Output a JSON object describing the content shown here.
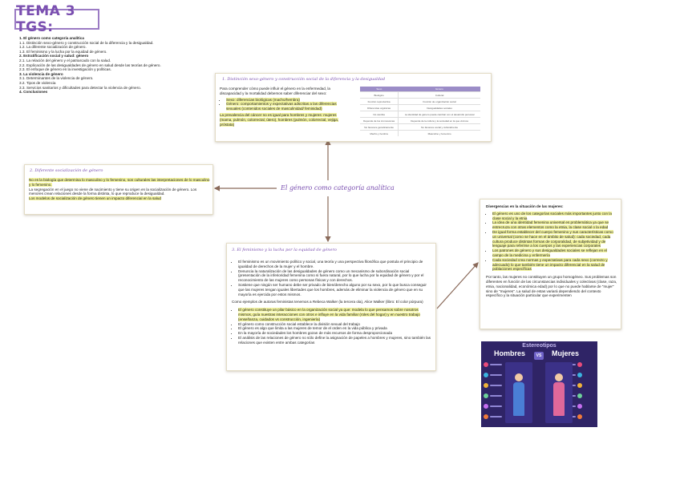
{
  "title": "TEMA 3 TGS:",
  "index": [
    {
      "text": "1. El género como categoría analítica",
      "bold": true
    },
    {
      "text": "1.1. Distinción sexo-género y construcción social de la diferencia y la desigualdad.",
      "bold": false
    },
    {
      "text": "1.2. La diferente socialización de género.",
      "bold": false
    },
    {
      "text": "1.3. El feminismo y la lucha por la equidad de género.",
      "bold": false
    },
    {
      "text": "2. Estratificación social y salud: género",
      "bold": true
    },
    {
      "text": "2.1. La relación del género y el patriarcado con la salud.",
      "bold": false
    },
    {
      "text": "2.2. Explicación de las desigualdades de género en salud desde las teorías de género.",
      "bold": false
    },
    {
      "text": "2.3. El enfoque de género en la investigación y políticas.",
      "bold": false
    },
    {
      "text": "3. La violencia de género",
      "bold": true
    },
    {
      "text": "3.1. Determinantes de la violencia de género.",
      "bold": false
    },
    {
      "text": "3.2. Tipos de violencia",
      "bold": false
    },
    {
      "text": "3.3. Servicios sanitarios y dificultades para detectar la violencia de género.",
      "bold": false
    },
    {
      "text": "4. Conclusiones",
      "bold": true
    }
  ],
  "center_label": "El género como categoría analítica",
  "box1": {
    "heading": "1.   Distinción sexo-género y construcción social de la diferencia y la desigualdad",
    "intro": "Para comprender cómo puede influir el género en la enfermedad, la discapacidad y la mortalidad debemos saber diferenciar del sexo:",
    "bullets": [
      "Sexo: diferencias biológicas (macho/hembra)",
      "Género: comportamientos y expectativas adscritas a las diferencias sexuales (contenidos sociales de masculinidad/ feminidad)"
    ],
    "closing": "La prevalencia del cáncer no es igual para hombres y mujeres: mujeres (mama, pulmón, colorrectal, útero), hombres (pulmón, colorrectal, vejiga, próstata)",
    "table_headers": [
      "Sexo",
      "Género"
    ],
    "table_rows": [
      [
        "Biológico",
        "Cultural"
      ],
      [
        "Función reproductiva",
        "Función de organización social"
      ],
      [
        "Diferencias orgánicas",
        "Desigualdades sociales"
      ],
      [
        "No cambia",
        "La identidad de género puede cambiar con el desarrollo personal"
      ],
      [
        "Depende de los cromosomas",
        "Depende de la cultura y la sociedad en la que vivimos"
      ],
      [
        "No favorece genéticamente",
        "No favorece social y culturalmente"
      ],
      [
        "Macho y hembra",
        "Masculino y femenino"
      ]
    ]
  },
  "box2": {
    "heading": "2. Diferente socialización de género",
    "lines": [
      "No es la biología que determina lo masculino y lo femenino, son culturales las interpretaciones de lo masculino y lo femenino.",
      "La segregación en el juego no viene de nacimiento y tiene su origen en la socialización de género. Los menores crean relaciones desde la forma distinta, lo que reproduce la desigualdad.",
      "Los modelos de socialización de género tienen un impacto diferencial en la salud"
    ]
  },
  "box3": {
    "heading": "3. El feminismo y la lucha por la equidad de género",
    "bullets": [
      "El feminismo es un movimiento político y social, una teoría y una perspectiva filosófica que postula el principio de igualdad de derechos de la mujer y el hombre.",
      "Denuncia la naturalización de las desigualdades de género como un mecanismo de subordinación social (presentación de la inferioridad femenina como si fuera natural, por lo que lucha por la equidad de género y por el reconocimiento de las mujeres como personas físicas y con derechos.",
      "Sostiene que ningún ser humano debe ser privado de bien/derecho alguno por su sexo, por lo que busca conseguir que las mujeres tengan iguales libertades que los hombres, además de eliminar la violencia de género que en su mayoría es ejercida por estos mismos."
    ],
    "authors_line": "Como ejemplos de autoras feministas tenemos a Rebeca Walker (la tercera ola), Alice Walker (libro: El color púrpura)",
    "bullets2": [
      "El género constituye un pilar básico en la organización social ya que: modela lo que pensamos sobre nosotros mismos, guía nuestras interacciones con otros e influye en la vida familiar (roles del hogar) y en nuestro trabajo (enseñanza, cuidados vs construcción, ingeniería)",
      "El género como construcción social establece la división sexual del trabajo",
      "El género es algo que limita a las mujeres de temor de el orden en la vida pública y privada",
      "En la mayoría de sociedades los hombres gozan de más recursos de forma desproporcionada",
      "El análisis de las relaciones de género no sólo define la asignación de papeles a hombres y mujeres, sino también las relaciones que existen entre ambas categorías"
    ]
  },
  "box4": {
    "heading": "Divergencias en la situación de las mujeres:",
    "bullets": [
      "El género es uno de los categorías sociales más importantes junto con la clase social y la etnia",
      "La idea de una identidad femenina universal es problemática ya que se entrecruza con otras elementos como la etnia, la clase social o la edad",
      "De igual forma establecer del cuerpo femenino y sus características como un universal (como se hace en el ámbito de salud): cada sociedad, cada cultura produce distintas formas de corporalidad, de subjetividad y de lenguaje para referirse a los cuerpos y las experiencias corporales",
      "Los patrones de género y sus desigualdades sociales se reflejan en el campo de la medicina y enfermería",
      "Cada sociedad crea normas y expectativas para cada sexo (correcto y adecuado) lo que también tiene un impacto diferencial en la salud de poblaciones específicas"
    ],
    "closing": "Por tanto, las mujeres no constituyen un grupo homogéneo. Sus problemas son diferentes en función de las circunstancias individuales y colectivas (clase, raza, etnia, nacionalidad, económica edad) por lo que no puede hablarse de \"mujer\" sino de \"mujeres\". La salud de estas variará dependiendo del contexto específico y la situación particular que experimenten"
  },
  "poster": {
    "title": "Estereotipos",
    "left": "Hombres",
    "vs": "VS",
    "right": "Mujeres",
    "colors": {
      "bg": "#2f2466",
      "accent": "#6f63c9"
    }
  }
}
